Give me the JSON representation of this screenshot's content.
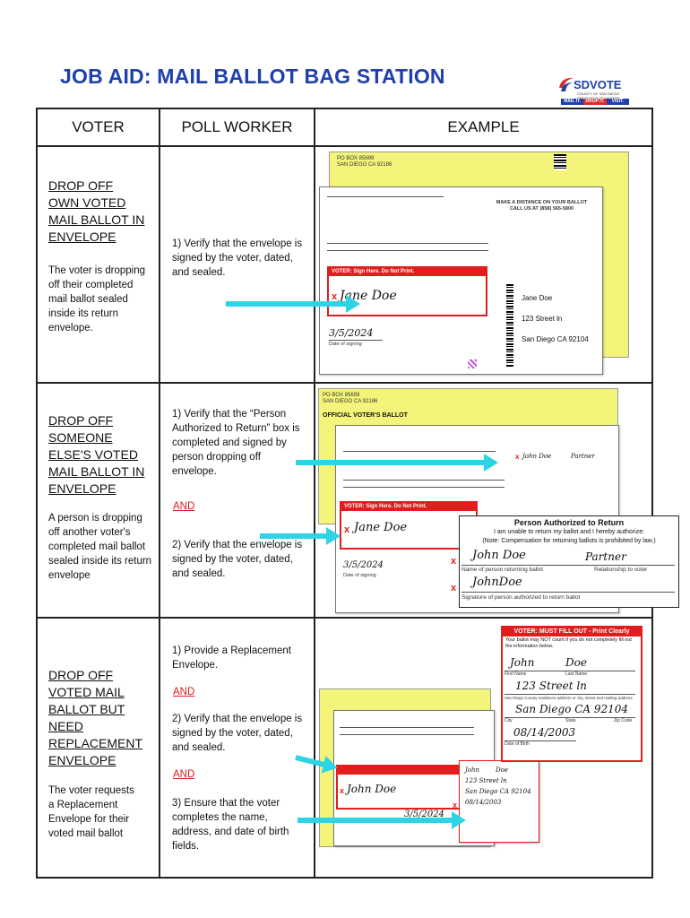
{
  "title": "JOB AID: MAIL BALLOT BAG STATION",
  "logo": {
    "brand": "SDVOTE",
    "subtitle": "COUNTY OF SAN DIEGO REGISTRAR OF VOTERS",
    "bar": [
      "MAIL IT.",
      "DROP IT.",
      "VISIT."
    ]
  },
  "headers": [
    "VOTER",
    "POLL WORKER",
    "EXAMPLE"
  ],
  "rows": [
    {
      "voter_title": "DROP OFF OWN VOTED MAIL BALLOT IN ENVELOPE",
      "voter_desc": "The voter is dropping off their completed mail ballot sealed inside its return envelope.",
      "steps": [
        "1) Verify that the envelope is signed by the voter, dated, and sealed."
      ],
      "example": {
        "address_line1": "PO BOX 85699",
        "address_line2": "SAN DIEGO CA 92186",
        "banner": "MAKE A DISTANCE ON YOUR BALLOT CALL US AT (858) 565-5800",
        "sign_header": "VOTER: Sign Here. Do Not Print.",
        "signature": "Jane Doe",
        "date": "3/5/2024",
        "date_label": "Date of signing",
        "addr_name": "Jane Doe",
        "addr_street": "123 Street ln",
        "addr_city": "San Diego CA 92104"
      }
    },
    {
      "voter_title": "DROP OFF SOMEONE ELSE'S VOTED MAIL BALLOT IN ENVELOPE",
      "voter_desc": "A person is dropping off another voter's completed mail ballot sealed inside its return envelope",
      "steps": [
        "1) Verify that the “Person Authorized to Return” box is completed and signed by person dropping off envelope.",
        "2) Verify that the envelope is signed by the voter, dated, and sealed."
      ],
      "and_label": "AND",
      "example": {
        "address_line1": "PO BOX 85699",
        "address_line2": "SAN DIEGO CA 92186",
        "official": "OFFICIAL VOTER'S BALLOT",
        "sign_header": "VOTER: Sign Here. Do Not Print.",
        "signature": "Jane Doe",
        "date": "3/5/2024",
        "date_label": "Date of signing",
        "callout_title": "Person Authorized to Return",
        "callout_line1": "I am unable to return my ballot and I hereby authorize:",
        "callout_line2": "(Note: Compensation for returning ballots is prohibited by law.)",
        "returner_name": "John Doe",
        "relationship": "Partner",
        "name_label": "Name of person returning ballot",
        "relationship_label": "Relationship to voter",
        "returner_signature": "JohnDoe",
        "returner_sig_label": "Signature of person authorized to return ballot",
        "mini_name": "John Doe",
        "mini_relationship": "Partner"
      }
    },
    {
      "voter_title": "DROP OFF VOTED MAIL BALLOT BUT NEED REPLACEMENT ENVELOPE",
      "voter_desc": "The voter requests a Replacement Envelope for their voted mail ballot",
      "steps": [
        "1) Provide a Replacement Envelope.",
        "2) Verify that the envelope is signed by the voter, dated, and sealed.",
        "3) Ensure that the voter completes the name, address, and date of birth fields."
      ],
      "and_label": "AND",
      "example": {
        "callout_header": "VOTER: MUST FILL OUT - Print Clearly",
        "callout_sub": "Your ballot may NOT count if you do not completely fill out the information below.",
        "first_name": "John",
        "last_name": "Doe",
        "first_label": "First Name",
        "last_label": "Last Name",
        "street": "123 Street ln",
        "street_label": "San Diego County residence address or city, street and mailing address",
        "city_line": "San Diego CA 92104",
        "city_label": "City",
        "state_label": "State",
        "zip_label": "Zip Code",
        "dob": "08/14/2003",
        "dob_label": "Date of Birth",
        "signature": "John Doe",
        "date": "3/5/2024",
        "mini_first": "John",
        "mini_last": "Doe",
        "mini_street": "123 Street ln",
        "mini_city": "San Diego CA 92104",
        "mini_dob": "08/14/2003"
      }
    }
  ]
}
